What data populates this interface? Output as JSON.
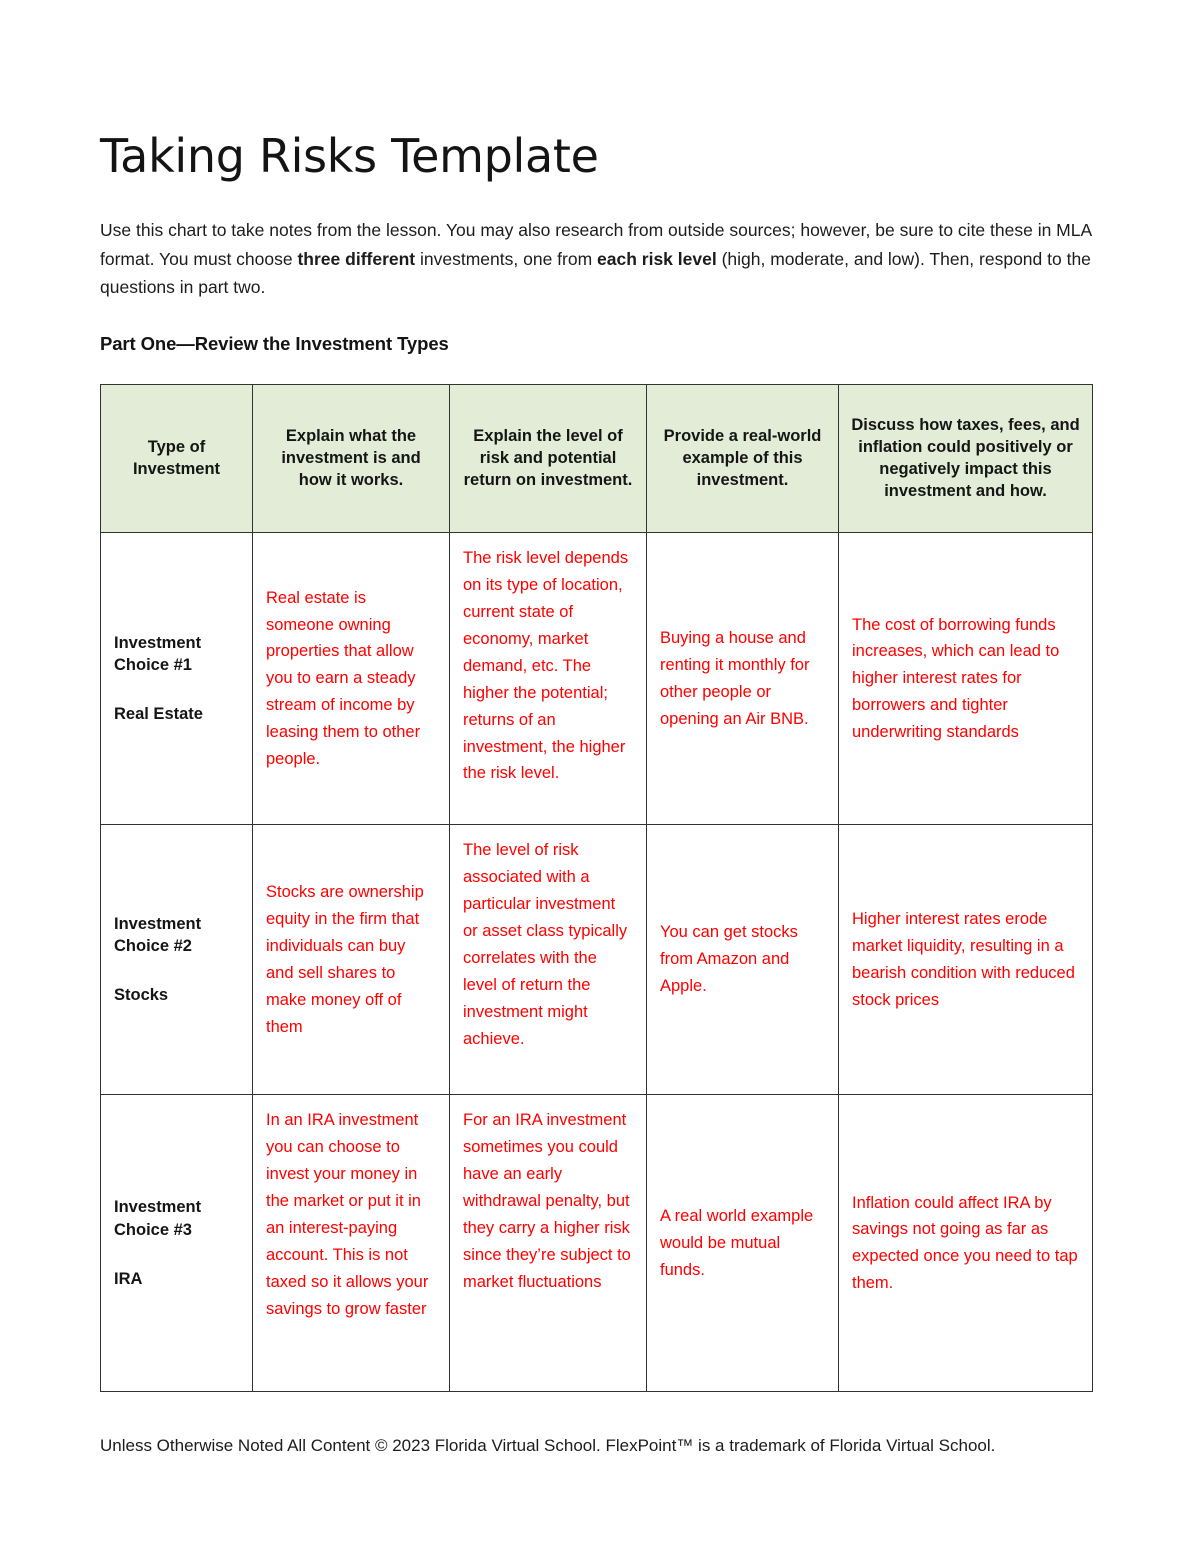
{
  "document": {
    "title": "Taking Risks Template",
    "intro": {
      "part_1": "Use this chart to take notes from the lesson. You may also research from outside sources; however, be sure to cite these in MLA format. You must choose ",
      "bold_1": "three different",
      "part_2": " investments, one from ",
      "bold_2": "each risk level",
      "part_3": " (high, moderate, and low). Then, respond to the questions in part two."
    },
    "section_title": "Part One—Review the Investment Types",
    "footer": "Unless Otherwise Noted All Content © 2023 Florida Virtual School. FlexPoint™ is a trademark of Florida Virtual School."
  },
  "table": {
    "headers": [
      "Type of Investment",
      "Explain what the investment is and how it works.",
      "Explain the level of risk and potential return on investment.",
      "Provide a real-world example of this investment.",
      "Discuss how taxes, fees, and inflation could positively or negatively impact this investment and how."
    ],
    "rows": [
      {
        "choice": "Investment Choice #1",
        "kind": "Real Estate",
        "explanation": "Real estate is someone owning properties that allow you to earn a steady stream of income by leasing them to other people.",
        "risk": "The risk level depends on its type of location, current state of economy, market demand, etc. The higher the potential; returns of an investment, the higher the risk level.",
        "example": "Buying a house and renting it monthly for other people or opening an Air BNB.",
        "impact": "The cost of borrowing funds increases, which can lead to higher interest rates for borrowers and tighter underwriting standards"
      },
      {
        "choice": "Investment Choice #2",
        "kind": "Stocks",
        "explanation": "Stocks are ownership equity in the firm that individuals can buy and sell shares to make money off of them",
        "risk": "The level of risk associated with a particular investment or asset class typically correlates with the level of return the investment might achieve.",
        "example": "You can get stocks from Amazon and Apple.",
        "impact": "Higher interest rates erode market liquidity, resulting in a bearish condition with reduced stock prices"
      },
      {
        "choice": "Investment Choice #3",
        "kind": "IRA",
        "explanation": "In an IRA investment you can choose to invest your money in the market or put it in an interest-paying account. This is not taxed so it allows your savings to grow faster",
        "risk": "For an IRA investment sometimes you could have an early withdrawal penalty, but they carry a higher risk since they’re subject to market fluctuations",
        "example": "A real world example would be mutual funds.",
        "impact": "Inflation could affect IRA by savings not going as far as expected once you need to tap them."
      }
    ]
  },
  "colors": {
    "header_fill": "#e3ecd7",
    "answer_text": "#fe0000",
    "border": "#333333"
  }
}
